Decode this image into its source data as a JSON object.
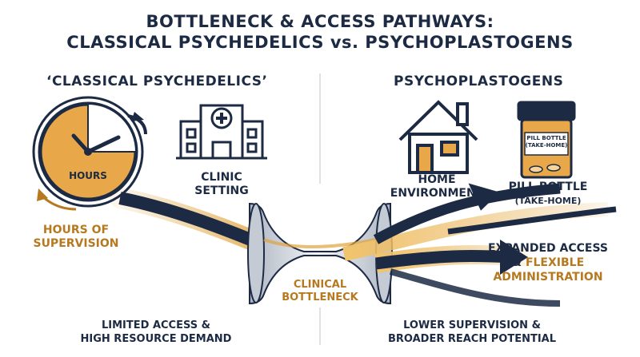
{
  "title_line1": "BOTTLENECK & ACCESS PATHWAYS:",
  "title_line2": "CLASSICAL PSYCHEDELICS vs. PSYCHOPLASTOGENS",
  "left": {
    "heading": "‘CLASSICAL PSYCHEDELICS’",
    "clock_label": "HOURS",
    "supervision_l1": "HOURS OF",
    "supervision_l2": "SUPERVISION",
    "clinic_l1": "CLINIC",
    "clinic_l2": "SETTING",
    "bottom_l1": "LIMITED ACCESS &",
    "bottom_l2": "HIGH RESOURCE DEMAND"
  },
  "right": {
    "heading": "PSYCHOPLASTOGENS",
    "home_l1": "HOME",
    "home_l2": "ENVIRONMENT",
    "bottle_l1": "PILL BOTTLE",
    "bottle_l2": "(TAKE-HOME)",
    "bottle_tag_l1": "PILL BOTTLE",
    "bottle_tag_l2": "(TAKE-HOME)",
    "access_l1": "EXPANDED ACCESS",
    "access_l2a": "& ",
    "access_l2b": "FLEXIBLE",
    "access_l3": "ADMINISTRATION",
    "bottom_l1": "LOWER SUPERVISION &",
    "bottom_l2": "BROADER REACH POTENTIAL"
  },
  "center": {
    "bottleneck_l1": "CLINICAL",
    "bottleneck_l2": "BOTTLENECK"
  },
  "colors": {
    "navy": "#1c2a44",
    "gold": "#e0a33c",
    "gold_text": "#b7791f"
  }
}
